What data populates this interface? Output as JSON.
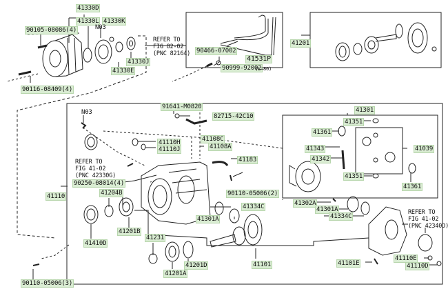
{
  "diagram": {
    "title": "Rear Differential Carrier Assembly",
    "labels": {
      "p41330D": "41330D",
      "p41330L": "41330L",
      "p41330K": "41330K",
      "n03_top": "N03",
      "p90105": "90105-08086(4)",
      "p41330J": "41330J",
      "p41330E": "41330E",
      "p90116": "90116-08409(4)",
      "ref_82_line1": "REFER TO",
      "ref_82_line2": "FIG 82-02",
      "ref_82_line3": "(PNC 82164)",
      "p90466": "90466-07002",
      "p41531P": "41531P",
      "p90999": "90999-92002",
      "p90999_note": "(L=80)",
      "p41201": "41201",
      "p91641": "91641-M0820",
      "p82715": "82715-42C10",
      "n03_mid": "N03",
      "p41110H": "41110H",
      "p41110J": "41110J",
      "p41108C": "41108C",
      "p41108A": "41108A",
      "p41183": "41183",
      "ref_41_line1": "REFER TO",
      "ref_41_line2": "FIG 41-02",
      "ref_41_line3": "(PNC 42330G)",
      "p90250": "90250-08014(4)",
      "p90110_2": "90110-05006(2)",
      "p41110": "41110",
      "p41204B": "41204B",
      "p41201B": "41201B",
      "p41410D": "41410D",
      "p41334C_mid": "41334C",
      "p41301A_mid": "41301A",
      "p41231": "41231",
      "p41201D": "41201D",
      "p41201A": "41201A",
      "p41101": "41101",
      "p90110_3": "90110-05006(3)",
      "p41301": "41301",
      "p41351_top": "41351",
      "p41361_top": "41361",
      "p41343": "41343",
      "p41342": "41342",
      "p41039": "41039",
      "p41351_bot": "41351",
      "p41361_bot": "41361",
      "p41302A": "41302A",
      "p41301A_right": "41301A",
      "p41334C_right": "41334C",
      "ref_4240_line1": "REFER TO",
      "ref_4240_line2": "FIG 41-02",
      "ref_4240_line3": "(PNC 42340D)",
      "p41101E": "41101E",
      "p41110E": "41110E",
      "p41110D": "41110D"
    },
    "colors": {
      "label_bg": "#d9ecd2",
      "line": "#222222"
    }
  }
}
